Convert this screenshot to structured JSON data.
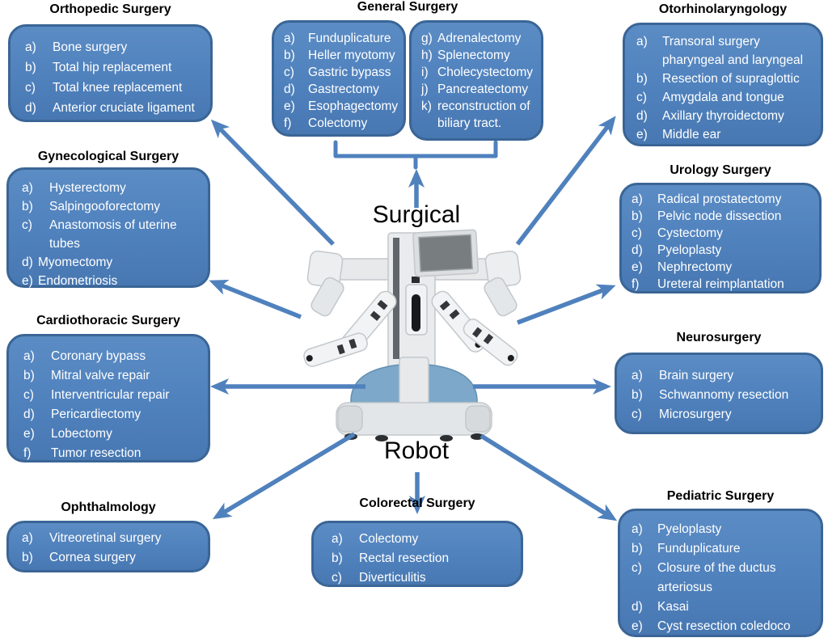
{
  "colors": {
    "box_fill": "#4f81bd",
    "box_border": "#3a6596",
    "arrow": "#4f81bd",
    "title_text": "#000000",
    "box_text": "#ffffff",
    "background": "#ffffff"
  },
  "center": {
    "top_label": "Surgical",
    "bottom_label": "Robot"
  },
  "groups": {
    "orthopedic": {
      "title": "Orthopedic Surgery",
      "items": [
        {
          "letter": "a)",
          "text": "Bone surgery"
        },
        {
          "letter": "b)",
          "text": "Total hip replacement"
        },
        {
          "letter": "c)",
          "text": "Total knee replacement"
        },
        {
          "letter": "d)",
          "text": "Anterior cruciate ligament"
        }
      ]
    },
    "general": {
      "title": "General Surgery",
      "left_items": [
        {
          "letter": "a)",
          "text": "Funduplicature"
        },
        {
          "letter": "b)",
          "text": "Heller myotomy"
        },
        {
          "letter": "c)",
          "text": "Gastric bypass"
        },
        {
          "letter": "d)",
          "text": "Gastrectomy"
        },
        {
          "letter": "e)",
          "text": "Esophagectomy"
        },
        {
          "letter": "f)",
          "text": "Colectomy"
        }
      ],
      "right_items": [
        {
          "letter": "g)",
          "text": "Adrenalectomy"
        },
        {
          "letter": "h)",
          "text": "Splenectomy"
        },
        {
          "letter": "i)",
          "text": "Cholecystectomy"
        },
        {
          "letter": "j)",
          "text": "Pancreatectomy"
        },
        {
          "letter": "k)",
          "text": "reconstruction of biliary tract."
        }
      ]
    },
    "otorhinolaryngology": {
      "title": "Otorhinolaryngology",
      "items": [
        {
          "letter": "a)",
          "text": "Transoral surgery pharyngeal and laryngeal"
        },
        {
          "letter": "b)",
          "text": "Resection of supraglottic"
        },
        {
          "letter": "c)",
          "text": "Amygdala and tongue"
        },
        {
          "letter": "d)",
          "text": "Axillary thyroidectomy"
        },
        {
          "letter": "e)",
          "text": "Middle ear"
        }
      ]
    },
    "gynecological": {
      "title": "Gynecological Surgery",
      "items": [
        {
          "letter": "a)",
          "text": "Hysterectomy"
        },
        {
          "letter": "b)",
          "text": "Salpingooforectomy"
        },
        {
          "letter": "c)",
          "text": "Anastomosis of uterine tubes"
        },
        {
          "letter": "d)",
          "text": "Myomectomy"
        },
        {
          "letter": "e)",
          "text": "Endometriosis"
        }
      ]
    },
    "urology": {
      "title": "Urology Surgery",
      "items": [
        {
          "letter": "a)",
          "text": "Radical prostatectomy"
        },
        {
          "letter": "b)",
          "text": "Pelvic node dissection"
        },
        {
          "letter": "c)",
          "text": "Cystectomy"
        },
        {
          "letter": "d)",
          "text": "Pyeloplasty"
        },
        {
          "letter": "e)",
          "text": "Nephrectomy"
        },
        {
          "letter": "f)",
          "text": "Ureteral reimplantation"
        }
      ]
    },
    "cardiothoracic": {
      "title": "Cardiothoracic  Surgery",
      "items": [
        {
          "letter": "a)",
          "text": "Coronary bypass"
        },
        {
          "letter": "b)",
          "text": "Mitral valve repair"
        },
        {
          "letter": "c)",
          "text": "Interventricular repair"
        },
        {
          "letter": "d)",
          "text": "Pericardiectomy"
        },
        {
          "letter": "e)",
          "text": "Lobectomy"
        },
        {
          "letter": "f)",
          "text": "Tumor resection"
        }
      ]
    },
    "neurosurgery": {
      "title": "Neurosurgery",
      "items": [
        {
          "letter": "a)",
          "text": "Brain surgery"
        },
        {
          "letter": "b)",
          "text": "Schwannomy resection"
        },
        {
          "letter": "c)",
          "text": "Microsurgery"
        }
      ]
    },
    "ophthalmology": {
      "title": "Ophthalmology",
      "items": [
        {
          "letter": "a)",
          "text": "Vitreoretinal surgery"
        },
        {
          "letter": "b)",
          "text": "Cornea surgery"
        }
      ]
    },
    "colorectal": {
      "title": "Colorectal Surgery",
      "items": [
        {
          "letter": "a)",
          "text": "Colectomy"
        },
        {
          "letter": "b)",
          "text": "Rectal resection"
        },
        {
          "letter": "c)",
          "text": "Diverticulitis"
        }
      ]
    },
    "pediatric": {
      "title": "Pediatric Surgery",
      "items": [
        {
          "letter": "a)",
          "text": "Pyeloplasty"
        },
        {
          "letter": "b)",
          "text": "Funduplicature"
        },
        {
          "letter": "c)",
          "text": "Closure of the ductus arteriosus"
        },
        {
          "letter": "d)",
          "text": "Kasai"
        },
        {
          "letter": "e)",
          "text": "Cyst resection coledoco"
        }
      ]
    }
  },
  "connections": [
    {
      "from": "surgical-robot",
      "to": "orthopedic"
    },
    {
      "from": "surgical-robot",
      "to": "general"
    },
    {
      "from": "surgical-robot",
      "to": "otorhinolaryngology"
    },
    {
      "from": "surgical-robot",
      "to": "gynecological"
    },
    {
      "from": "surgical-robot",
      "to": "urology"
    },
    {
      "from": "surgical-robot",
      "to": "cardiothoracic"
    },
    {
      "from": "surgical-robot",
      "to": "neurosurgery"
    },
    {
      "from": "surgical-robot",
      "to": "ophthalmology"
    },
    {
      "from": "surgical-robot",
      "to": "colorectal"
    },
    {
      "from": "surgical-robot",
      "to": "pediatric"
    }
  ]
}
